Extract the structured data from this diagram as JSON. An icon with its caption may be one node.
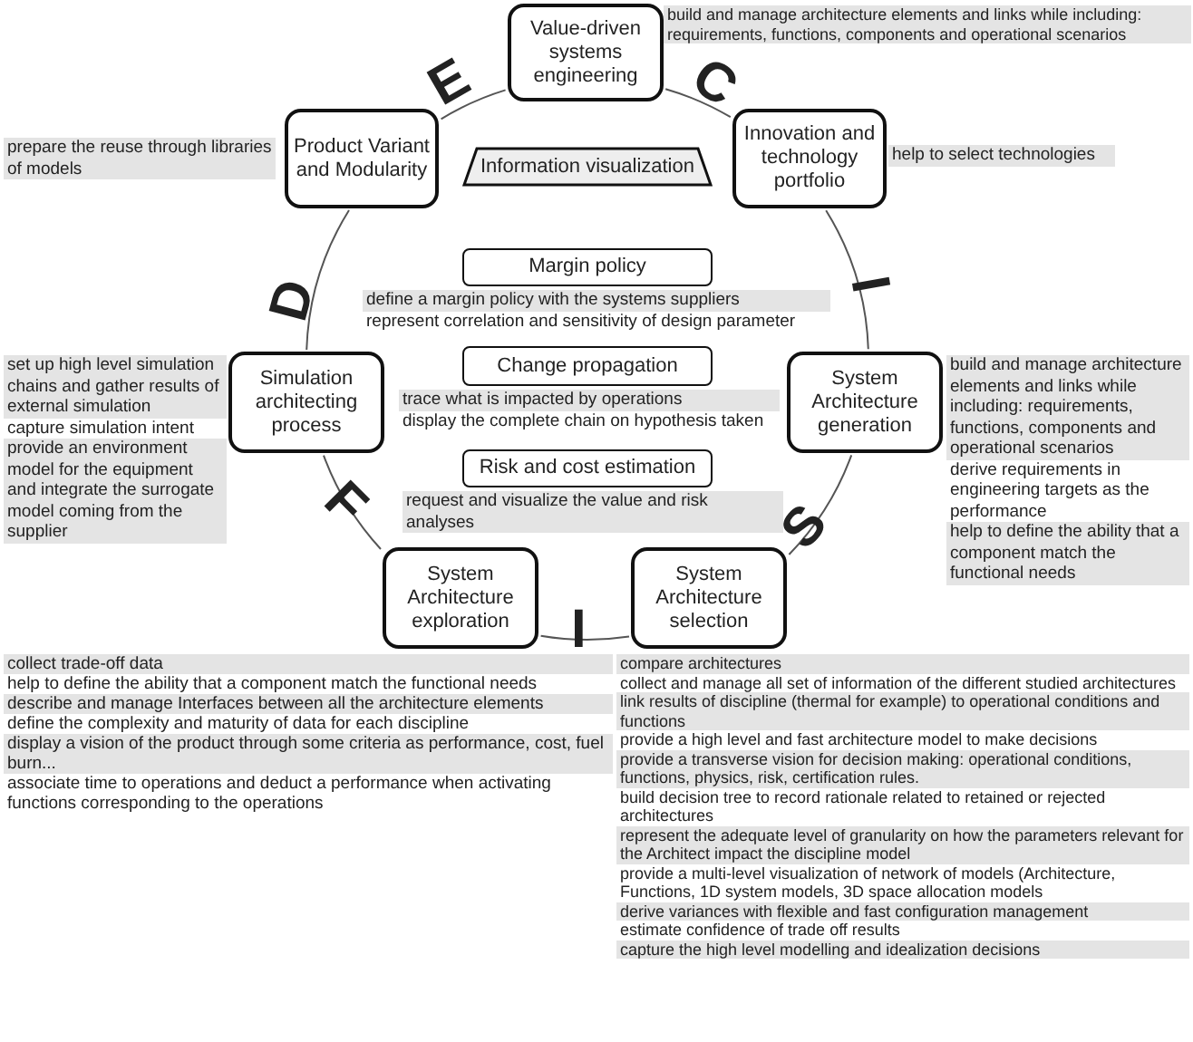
{
  "diagram": {
    "nodes": [
      {
        "text": [
          "Value-driven systems engineering"
        ],
        "beside": [
          "build and manage architecture elements and links while including: requirements, functions, components and operational scenarios"
        ]
      },
      {
        "text": [
          "Product Variant and Modularity"
        ],
        "beside": [
          "prepare the reuse through libraries of models"
        ]
      },
      {
        "text": [
          "Information visualization"
        ]
      },
      {
        "text": [
          "Innovation and technology portfolio"
        ],
        "beside": [
          "help to select technologies"
        ]
      },
      {
        "text": [
          "Margin policy"
        ],
        "beside": [
          "define a margin policy with the systems suppliers",
          "represent correlation and sensitivity of design parameter"
        ]
      },
      {
        "text": [
          "Simulation architecting process"
        ],
        "beside": [
          "set up high level simulation chains and gather results of external simulation",
          "capture simulation intent",
          "provide an environment model for the equipment and integrate the surrogate model coming from the supplier"
        ]
      },
      {
        "text": [
          "Change propagation"
        ],
        "beside": [
          "trace what is impacted by operations",
          "display the complete chain on hypothesis taken"
        ]
      },
      {
        "text": [
          "System Architecture generation"
        ],
        "beside": [
          "build and manage architecture elements and links while including: requirements, functions, components and operational scenarios",
          "derive requirements in engineering targets as the performance",
          "help to define the ability that a component match the functional needs"
        ]
      },
      {
        "text": [
          "Risk and cost estimation"
        ],
        "beside": [
          "request and visualize the value and risk analyses"
        ]
      },
      {
        "text": [
          "System Architecture exploration"
        ],
        "beside": [
          "collect trade-off data",
          "help to define the ability that a component match the functional needs",
          "describe and manage Interfaces between all the architecture elements",
          "define the complexity and maturity of data for each discipline",
          "display a vision of the product through some criteria as performance, cost, fuel burn...",
          "associate time to operations and deduct a performance when activating functions corresponding to the operations"
        ]
      },
      {
        "text": [
          "System Architecture selection"
        ],
        "beside": [
          "compare architectures",
          "collect and manage all set of information of the different studied architectures",
          "link results of discipline (thermal for example) to operational conditions and functions",
          "provide a high level and fast architecture model to make decisions",
          "provide a transverse vision for decision making: operational conditions, functions, physics, risk, certification rules.",
          "build decision tree to record rationale related to retained or rejected architectures",
          "represent the adequate level of granularity on how the parameters relevant for the Architect impact the discipline model",
          "provide a multi-level visualization of network of models (Architecture, Functions, 1D system models, 3D space allocation models",
          "derive variances with flexible and fast configuration management",
          "estimate confidence of trade off results",
          "capture the high level modelling and idealization decisions"
        ]
      }
    ],
    "edges": [
      {
        "from": 0,
        "to": 3,
        "arrow": "none",
        "label": "C"
      },
      {
        "from": 3,
        "to": 7,
        "arrow": "none",
        "label": "I"
      },
      {
        "from": 7,
        "to": 10,
        "arrow": "none",
        "label": "S"
      },
      {
        "from": 10,
        "to": 9,
        "arrow": "none",
        "label": "I"
      },
      {
        "from": 9,
        "to": 5,
        "arrow": "none",
        "label": "F"
      },
      {
        "from": 5,
        "to": 1,
        "arrow": "none",
        "label": "D"
      },
      {
        "from": 1,
        "to": 0,
        "arrow": "none",
        "label": "E"
      }
    ]
  }
}
